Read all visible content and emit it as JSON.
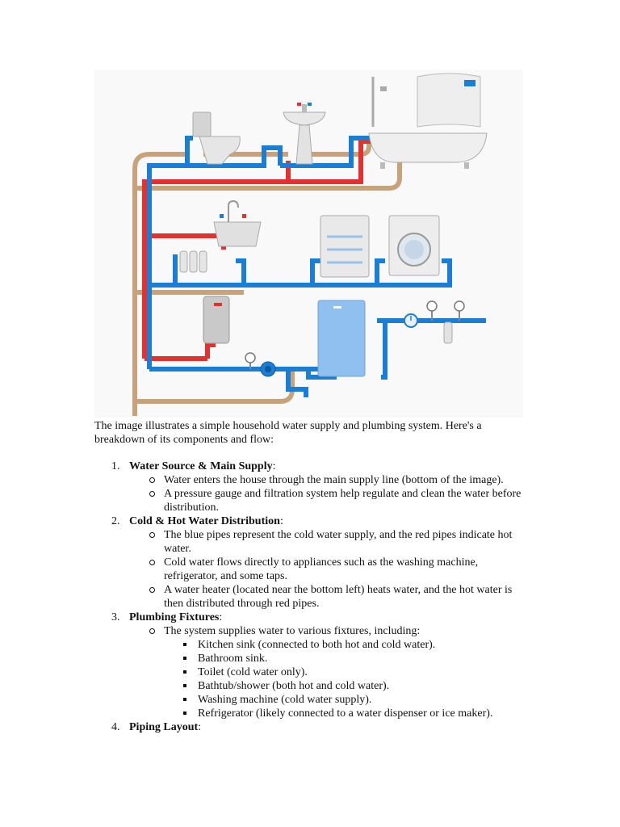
{
  "figure": {
    "colors": {
      "cold_pipe": "#1a7fd4",
      "hot_pipe": "#e2322f",
      "drain_pipe": "#c8a27a",
      "fixture": "#d9d9d9"
    },
    "icons": [
      "toilet-icon",
      "pedestal-sink-icon",
      "bathtub-shower-icon",
      "kitchen-sink-icon",
      "water-filter-icon",
      "dishwasher-icon",
      "washing-machine-icon",
      "water-heater-icon",
      "pump-icon",
      "pressure-gauge-icon",
      "water-tank-icon",
      "water-meter-icon",
      "sediment-filter-icon"
    ]
  },
  "intro": "The image illustrates a simple household water supply and plumbing system. Here's a breakdown of its components and flow:",
  "sections": [
    {
      "number": "1.",
      "title": "Water Source & Main Supply",
      "suffix": ":",
      "bullets": [
        {
          "text": "Water enters the house through the main supply line (bottom of the image)."
        },
        {
          "text": "A pressure gauge and filtration system help regulate and clean the water before distribution."
        }
      ]
    },
    {
      "number": "2.",
      "title": "Cold & Hot Water Distribution",
      "suffix": ":",
      "bullets": [
        {
          "text": "The blue pipes represent the cold water supply, and the red pipes indicate hot water."
        },
        {
          "text": "Cold water flows directly to appliances such as the washing machine, refrigerator, and some taps."
        },
        {
          "text": "A water heater (located near the bottom left) heats water, and the hot water is then distributed through red pipes."
        }
      ]
    },
    {
      "number": "3.",
      "title": "Plumbing Fixtures",
      "suffix": ":",
      "bullets": [
        {
          "text": "The system supplies water to various fixtures, including:",
          "subitems": [
            "Kitchen sink (connected to both hot and cold water).",
            "Bathroom sink.",
            "Toilet (cold water only).",
            "Bathtub/shower (both hot and cold water).",
            "Washing machine (cold water supply).",
            "Refrigerator (likely connected to a water dispenser or ice maker)."
          ]
        }
      ]
    },
    {
      "number": "4.",
      "title": "Piping Layout",
      "suffix": ":",
      "bullets": []
    }
  ]
}
